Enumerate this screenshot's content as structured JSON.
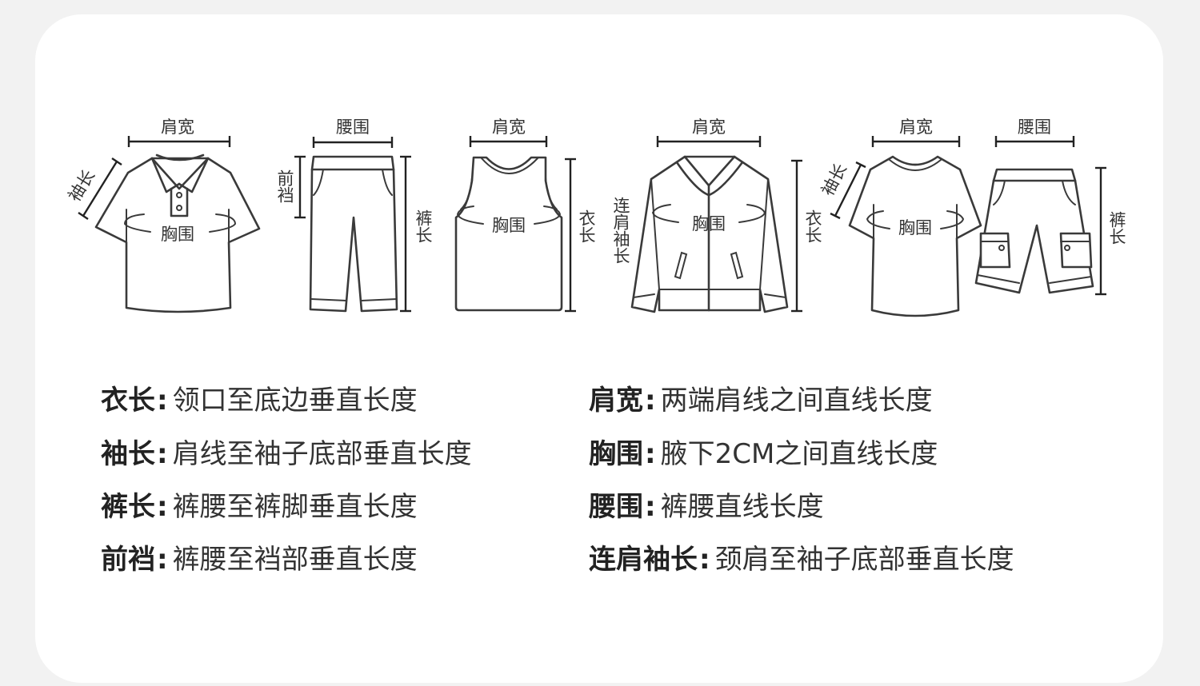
{
  "diagram_labels": {
    "polo": {
      "shoulder": "肩宽",
      "sleeve": "袖长",
      "chest": "胸围"
    },
    "pants": {
      "waist": "腰围",
      "rise": "前裆",
      "length": "裤长"
    },
    "vest": {
      "shoulder": "肩宽",
      "chest": "胸围",
      "length": "衣长"
    },
    "jacket": {
      "shoulder": "肩宽",
      "raglan": "连肩袖长",
      "chest": "胸围",
      "length": "衣长"
    },
    "tshirt": {
      "shoulder": "肩宽",
      "sleeve": "袖长",
      "chest": "胸围"
    },
    "shorts": {
      "waist": "腰围",
      "length": "裤长"
    }
  },
  "definitions": [
    {
      "term": "衣长",
      "sep": ":",
      "desc": "领口至底边垂直长度"
    },
    {
      "term": "袖长",
      "sep": ":",
      "desc": "肩线至袖子底部垂直长度"
    },
    {
      "term": "裤长",
      "sep": ":",
      "desc": "裤腰至裤脚垂直长度"
    },
    {
      "term": "前裆",
      "sep": ":",
      "desc": "裤腰至裆部垂直长度"
    },
    {
      "term": "肩宽",
      "sep": ":",
      "desc": "两端肩线之间直线长度"
    },
    {
      "term": "胸围",
      "sep": ":",
      "desc": "腋下2CM之间直线长度"
    },
    {
      "term": "腰围",
      "sep": ":",
      "desc": "裤腰直线长度"
    },
    {
      "term": "连肩袖长",
      "sep": ":",
      "desc": "颈肩至袖子底部垂直长度"
    }
  ]
}
